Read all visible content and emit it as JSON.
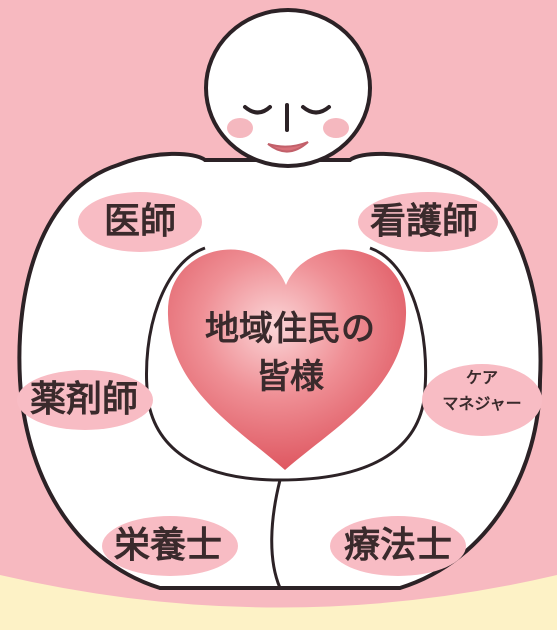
{
  "colors": {
    "background": "#f7b9c0",
    "bottom_band": "#fdf2c6",
    "figure_fill": "#ffffff",
    "outline": "#2c2226",
    "pill": "#f8bcc4",
    "heart": "#e9636a",
    "cheek": "#f5b8bf",
    "mouth": "#d9717a"
  },
  "center": {
    "line1": "地域住民の",
    "line2": "皆様"
  },
  "roles": {
    "doctor": "医師",
    "nurse": "看護師",
    "pharmacist": "薬剤師",
    "care_manager_line1": "ケア",
    "care_manager_line2": "マネジャー",
    "nutritionist": "栄養士",
    "therapist": "療法士"
  }
}
